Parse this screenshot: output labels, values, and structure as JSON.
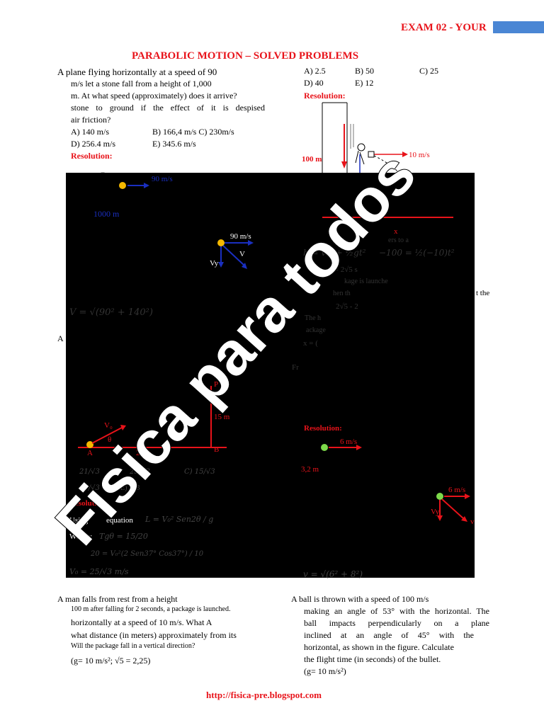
{
  "header": {
    "exam_label": "EXAM 02 - YOUR",
    "bar_color": "#4a86d4",
    "title": "PARABOLIC MOTION – SOLVED PROBLEMS"
  },
  "problem1": {
    "lines": [
      "A plane flying horizontally at a speed of 90",
      "m/s let a stone fall from a height of 1,000",
      "m. At what speed (approximately) does it arrive?",
      "stone to ground if the effect of it is despised",
      "air friction?"
    ],
    "options": [
      "A) 140 m/s",
      "B) 166,4 m/s C) 230m/s",
      "D) 256.4 m/s",
      "E) 345.6 m/s"
    ],
    "resolution_label": "Resolution:",
    "diagram": {
      "speed": "90 m/s",
      "height": "1000 m",
      "velocity_label": "90 m/s",
      "v_label": "V",
      "vy_label": "Vy",
      "equation": "V = √(90² + 140²)"
    }
  },
  "problem2": {
    "options": [
      "A) 2.5",
      "B) 50",
      "C) 25",
      "D) 40",
      "E) 12"
    ],
    "resolution_label": "Resolution:",
    "diagram": {
      "height": "100 m",
      "speed": "10 m/s",
      "x_label": "x"
    },
    "fragments": {
      "eq1": "h = v₀t + ½gt²",
      "eq2": "−100 = ½(−10)t²",
      "t_result": "t = 2√5 s",
      "ers": "ers to a",
      "launched": "kage is launche",
      "then": "hen th",
      "at_the": "t the",
      "time_diff": "2√5 - 2",
      "the_h": "The h",
      "package": "ackage",
      "x_eq": "x = (",
      "fr": "Fr"
    }
  },
  "problem3": {
    "a_letter": "A",
    "diagram": {
      "p_label": "P",
      "height": "15 m",
      "v0_label": "V₀",
      "theta_label": "θ",
      "a_label": "A",
      "b_label": "B",
      "distance": "20 m"
    },
    "options_left": [
      "21/√3",
      "25/√3",
      "10/√3"
    ],
    "option_c": "C) 15/√3",
    "option_e": "E) 2√3",
    "resolution_label": "Resolution:",
    "using": "Using",
    "equation_word": "equation",
    "range_eq": "L = V₀² Sen2θ / g",
    "where": "Where:",
    "tan_eq": "Tgθ = 15/20",
    "sub_eq": "20 = V₀²(2 Sen37° Cos37°) / 10",
    "result": "V₀ = 25/√3 m/s"
  },
  "problem4": {
    "resolution_label": "Resolution:",
    "diagram": {
      "speed1": "6 m/s",
      "height": "3,2 m",
      "speed2": "6 m/s",
      "vy_label": "Vy",
      "v_label": "v"
    },
    "result_eq": "v = √(6² + 8²)"
  },
  "problem5": {
    "lines": [
      "A man falls from rest from a height",
      "100 m after falling for 2 seconds, a package is launched.",
      "horizontally at a speed of 10 m/s. What A",
      "what distance (in meters) approximately from its",
      "Will the package fall in a vertical direction?",
      "(g= 10 m/s²; √5 = 2,25)"
    ]
  },
  "problem6": {
    "lines": [
      "A ball is thrown with a speed of 100 m/s",
      "making an angle of 53° with the horizontal. The",
      "ball impacts perpendicularly on a plane",
      "inclined at an angle of 45° with the",
      "horizontal, as shown in the figure. Calculate",
      "the flight time (in seconds) of the bullet.",
      "(g= 10 m/s²)"
    ]
  },
  "watermark": "Fisica para todos",
  "footer": {
    "url": "http://fisica-pre.blogspot.com"
  }
}
